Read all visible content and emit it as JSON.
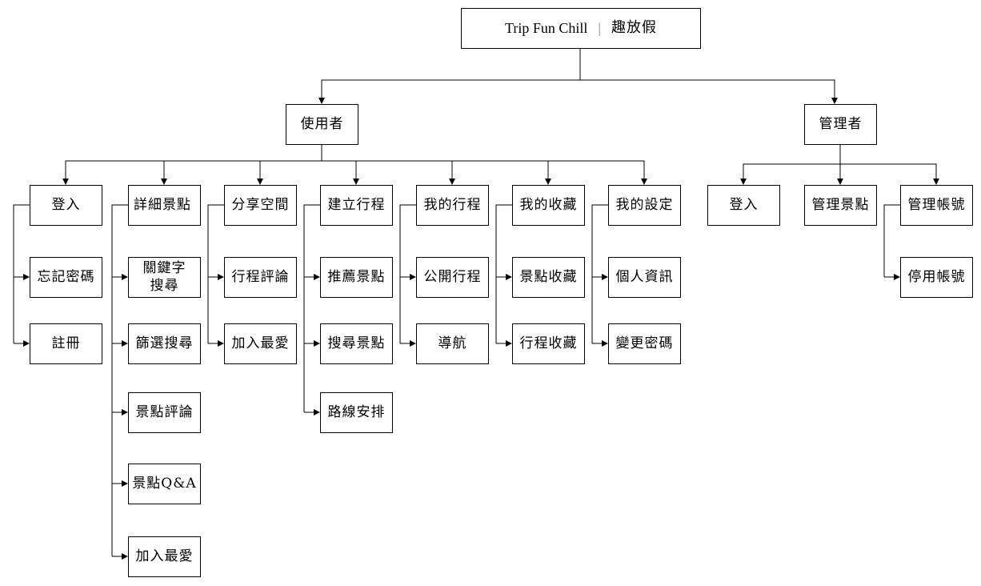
{
  "root": {
    "title": "Trip Fun Chill",
    "separator": "|",
    "subtitle": "趣放假"
  },
  "roles": {
    "user": "使用者",
    "admin": "管理者"
  },
  "user_modules": {
    "login": {
      "label": "登入",
      "children": [
        "忘記密碼",
        "註冊"
      ]
    },
    "spot_detail": {
      "label": "詳細景點",
      "children": [
        "關鍵字\n搜尋",
        "篩選搜尋",
        "景點評論",
        "景點Q&A",
        "加入最愛"
      ]
    },
    "share_space": {
      "label": "分享空間",
      "children": [
        "行程評論",
        "加入最愛"
      ]
    },
    "create_trip": {
      "label": "建立行程",
      "children": [
        "推薦景點",
        "搜尋景點",
        "路線安排"
      ]
    },
    "my_trips": {
      "label": "我的行程",
      "children": [
        "公開行程",
        "導航"
      ]
    },
    "my_favorites": {
      "label": "我的收藏",
      "children": [
        "景點收藏",
        "行程收藏"
      ]
    },
    "my_settings": {
      "label": "我的設定",
      "children": [
        "個人資訊",
        "變更密碼"
      ]
    }
  },
  "admin_modules": {
    "login": {
      "label": "登入"
    },
    "manage_spots": {
      "label": "管理景點"
    },
    "manage_accounts": {
      "label": "管理帳號",
      "children": [
        "停用帳號"
      ]
    }
  }
}
